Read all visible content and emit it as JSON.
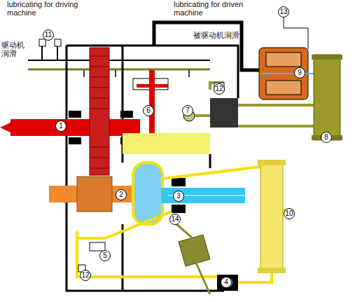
{
  "diagram": {
    "nodes": [
      {
        "text": [
          "13"
        ]
      },
      {
        "text": [
          "11"
        ]
      },
      {
        "text": [
          "9"
        ]
      },
      {
        "text": [
          "12"
        ]
      },
      {
        "text": [
          "6"
        ]
      },
      {
        "text": [
          "7"
        ]
      },
      {
        "text": [
          "1"
        ]
      },
      {
        "text": [
          "8"
        ]
      },
      {
        "text": [
          "2"
        ]
      },
      {
        "text": [
          "3"
        ]
      },
      {
        "text": [
          "10"
        ]
      },
      {
        "text": [
          "14"
        ]
      },
      {
        "text": [
          "5"
        ]
      },
      {
        "text": [
          "12"
        ]
      },
      {
        "text": [
          "4"
        ]
      }
    ],
    "labels": [
      "lubricating for driving machine",
      "lubricating for driven machine",
      "被驱动机润滑",
      "驱动机润滑"
    ]
  }
}
